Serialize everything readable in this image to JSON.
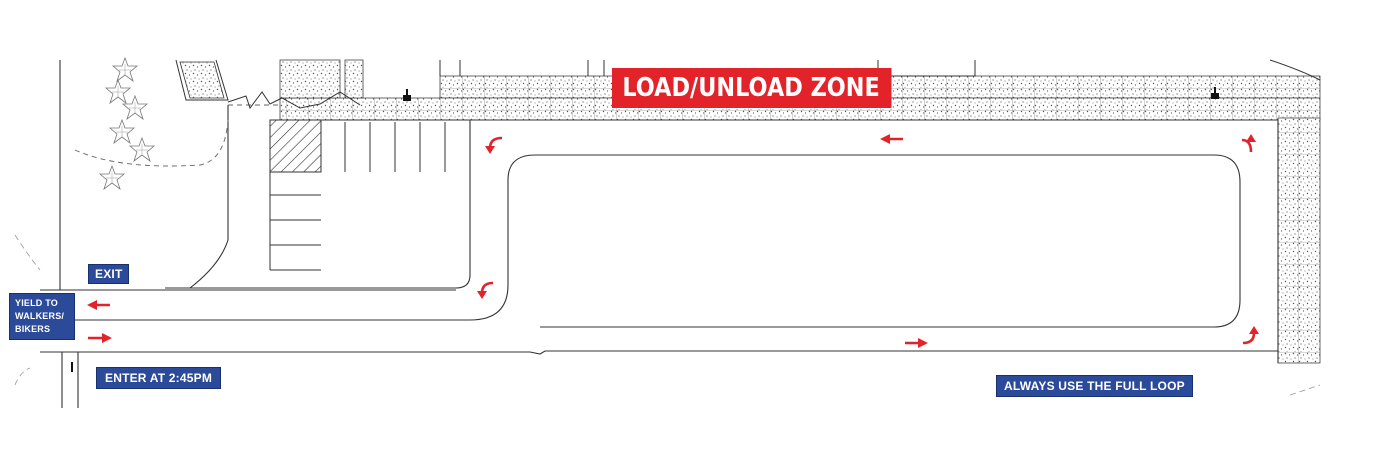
{
  "labels": {
    "load_zone": "LOAD/UNLOAD ZONE",
    "exit": "EXIT",
    "yield": [
      "YIELD TO",
      "WALKERS/",
      "BIKERS"
    ],
    "enter": "ENTER AT 2:45PM",
    "full_loop": "ALWAYS USE THE FULL LOOP"
  },
  "colors": {
    "label_blue": "#2b4a9a",
    "zone_red": "#e3232a",
    "arrow_red": "#e3232a",
    "lines": "#333333"
  },
  "icons": {
    "straight_arrow": "arrow-straight-icon",
    "turn_arrow": "arrow-turn-icon",
    "tree": "tree-icon",
    "hatched_area": "hatched-no-parking-area"
  }
}
